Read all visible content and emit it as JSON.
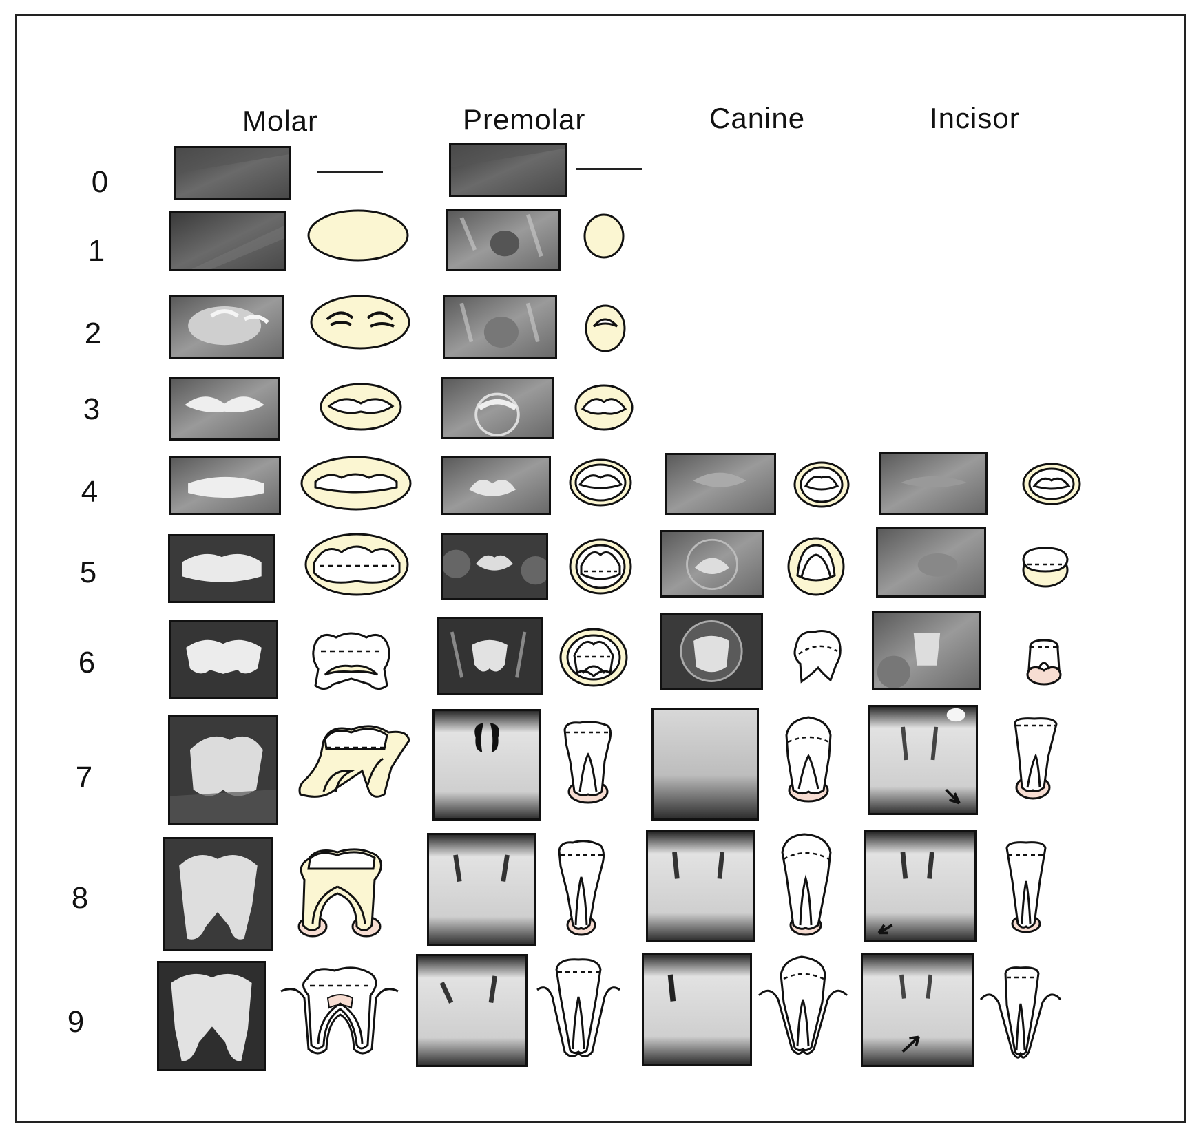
{
  "headers": {
    "molar": "Molar",
    "premolar": "Premolar",
    "canine": "Canine",
    "incisor": "Incisor"
  },
  "stages": [
    "0",
    "1",
    "2",
    "3",
    "4",
    "5",
    "6",
    "7",
    "8",
    "9"
  ],
  "colors": {
    "crypt_fill": "#fbf6d2",
    "pulp_fill": "#f7ddd2",
    "xray_dark": "#2b2b2b",
    "xray_light": "#e6e6e6",
    "outline": "#111111"
  },
  "icons": {
    "tooth_drawing": "tooth-outline-icon",
    "radiograph": "radiograph-image"
  }
}
